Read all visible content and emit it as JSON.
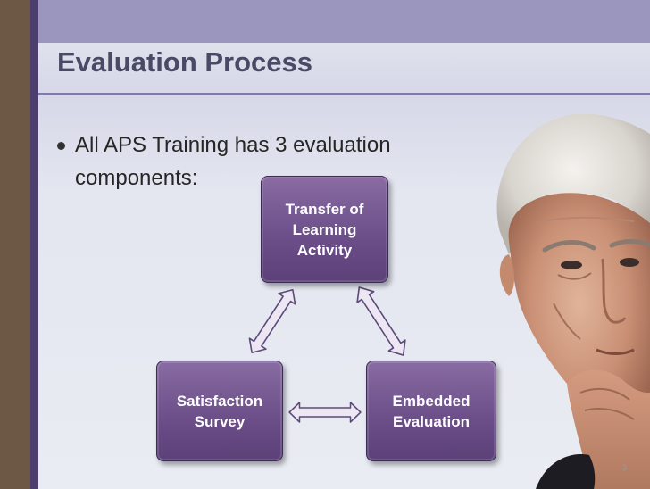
{
  "slide": {
    "title": "Evaluation Process",
    "bullet": "All APS Training has 3 evaluation components:",
    "page_number": "3"
  },
  "diagram": {
    "boxes": [
      {
        "id": "top",
        "label": "Transfer of Learning Activity"
      },
      {
        "id": "left",
        "label": "Satisfaction Survey"
      },
      {
        "id": "right",
        "label": "Embedded Evaluation"
      }
    ],
    "connections": [
      {
        "from": "top",
        "to": "left",
        "type": "double-arrow"
      },
      {
        "from": "top",
        "to": "right",
        "type": "double-arrow"
      },
      {
        "from": "left",
        "to": "right",
        "type": "double-arrow"
      }
    ]
  },
  "colors": {
    "box_fill": "#6d4f8a",
    "arrow_fill": "#ece7f3",
    "arrow_stroke": "#5c4a78",
    "side_bar_brown": "#6d5745",
    "side_bar_purple": "#4c3f6e",
    "header_band": "#9a96bd",
    "title_text": "#4a4a66"
  },
  "image": {
    "subject": "elderly-man-thinking-photo"
  }
}
